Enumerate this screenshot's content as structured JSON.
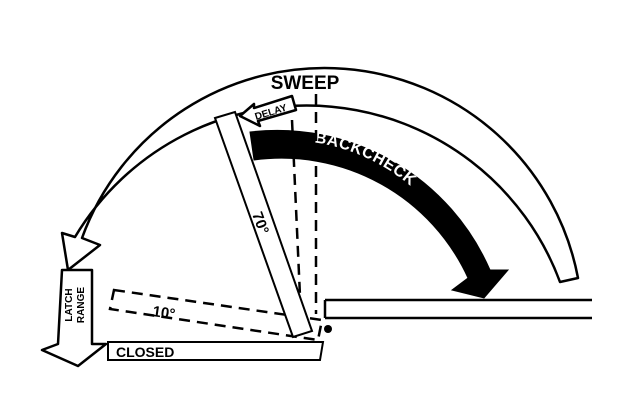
{
  "labels": {
    "sweep": "SWEEP",
    "delay": "DELAY",
    "backcheck": "BACKCHECK",
    "angle_70": "70°",
    "angle_10": "10°",
    "latch_line1": "LATCH",
    "latch_line2": "RANGE",
    "closed": "CLOSED"
  },
  "colors": {
    "ink": "#000000",
    "paper": "#ffffff"
  }
}
